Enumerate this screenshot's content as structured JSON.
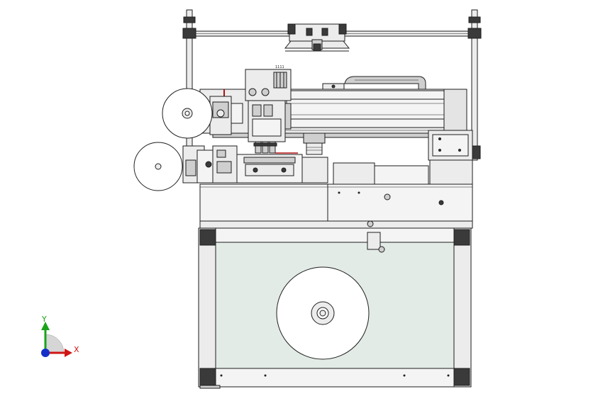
{
  "viewport": {
    "background": "#ffffff"
  },
  "colors": {
    "stroke": "#1e1e1e",
    "metal": "#ececec",
    "metal_dark": "#cfcfcf",
    "enclosure_glass": "#e3ebe6",
    "frame_dark": "#3a3a3a",
    "accent_red": "#b01010",
    "axis_y": "#1aa31a",
    "axis_x": "#d01515",
    "axis_origin": "#1530c8",
    "axis_z": "#9a9a9a"
  },
  "triad": {
    "y_label": "Y",
    "x_label": "X"
  },
  "head_label": "1111"
}
